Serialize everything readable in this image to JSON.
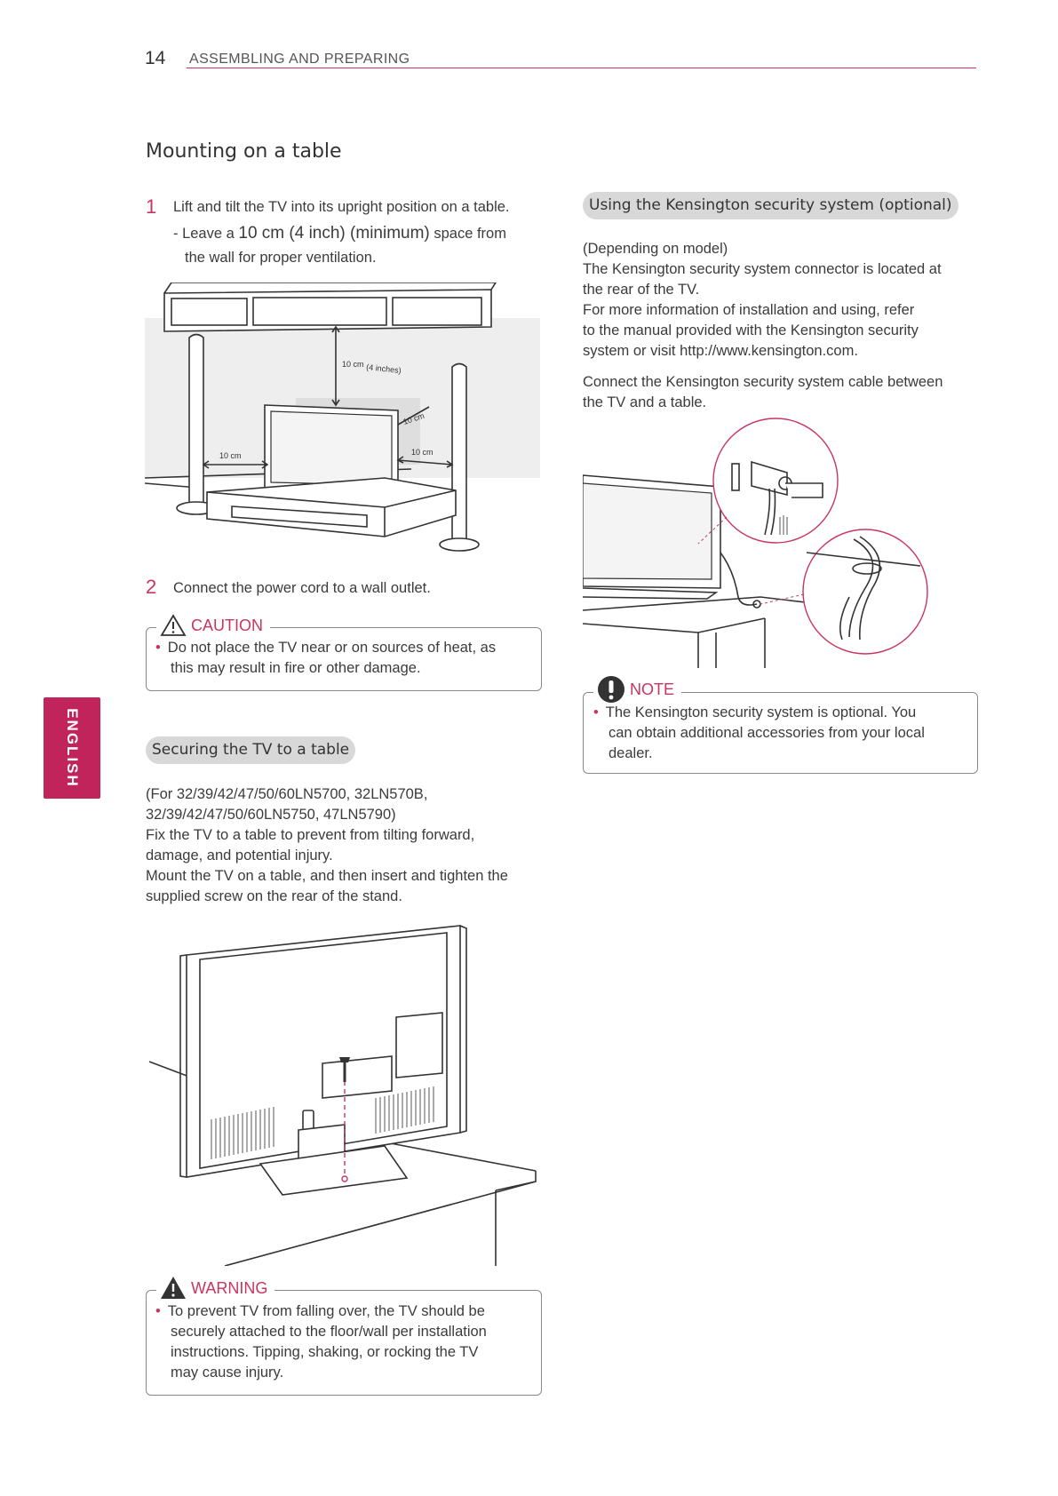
{
  "header": {
    "page_number": "14",
    "section": "ASSEMBLING AND PREPARING"
  },
  "side_tab": {
    "label": "ENGLISH"
  },
  "mounting": {
    "title": "Mounting on a table",
    "step1_num": "1",
    "step1_text": "Lift and tilt the TV into its upright position on a table.",
    "step1_sub_line1_a": "- Leave a ",
    "step1_sub_line1_b": "10 cm (4 inch) (minimum)",
    "step1_sub_line1_c": " space from",
    "step1_sub_line2": "the wall for proper ventilation.",
    "diagram": {
      "label_top": "10 cm",
      "label_top_inch": "(4 inches)",
      "label_left": "10 cm",
      "label_right_top": "10 cm",
      "label_right_bottom": "10 cm"
    },
    "step2_num": "2",
    "step2_text": "Connect the power cord to a wall outlet."
  },
  "caution": {
    "label": "CAUTION",
    "line1": "Do not place the TV near or on sources of heat, as",
    "line2": "this may result in fire or other damage."
  },
  "securing": {
    "title": "Securing the TV to a table",
    "lines": [
      "(For 32/39/42/47/50/60LN5700, 32LN570B,",
      "32/39/42/47/50/60LN5750, 47LN5790)",
      "Fix the TV to a table to prevent from tilting forward,",
      "damage, and potential injury.",
      "Mount the TV on a table, and then insert and tighten the",
      "supplied screw on the rear of the stand."
    ]
  },
  "warning": {
    "label": "WARNING",
    "lines": [
      "To prevent TV from falling over, the TV should be",
      "securely attached to the floor/wall per installation",
      "instructions. Tipping, shaking, or rocking the TV",
      "may cause injury."
    ]
  },
  "kensington": {
    "title": "Using the Kensington security system (optional)",
    "para1": [
      "(Depending on model)",
      "The Kensington security system connector is located at",
      "the rear of the TV.",
      "For more information of installation and using, refer",
      "to the manual provided with the Kensington security",
      "system or visit http://www.kensington.com."
    ],
    "para2": [
      "Connect the Kensington security system cable between",
      "the TV and a table."
    ]
  },
  "note": {
    "label": "NOTE",
    "lines": [
      "The Kensington security system is optional. You",
      "can obtain additional accessories from your local",
      "dealer."
    ]
  },
  "colors": {
    "accent": "#c9355f",
    "tab": "#c0245a",
    "pill": "#d8d8d8"
  }
}
